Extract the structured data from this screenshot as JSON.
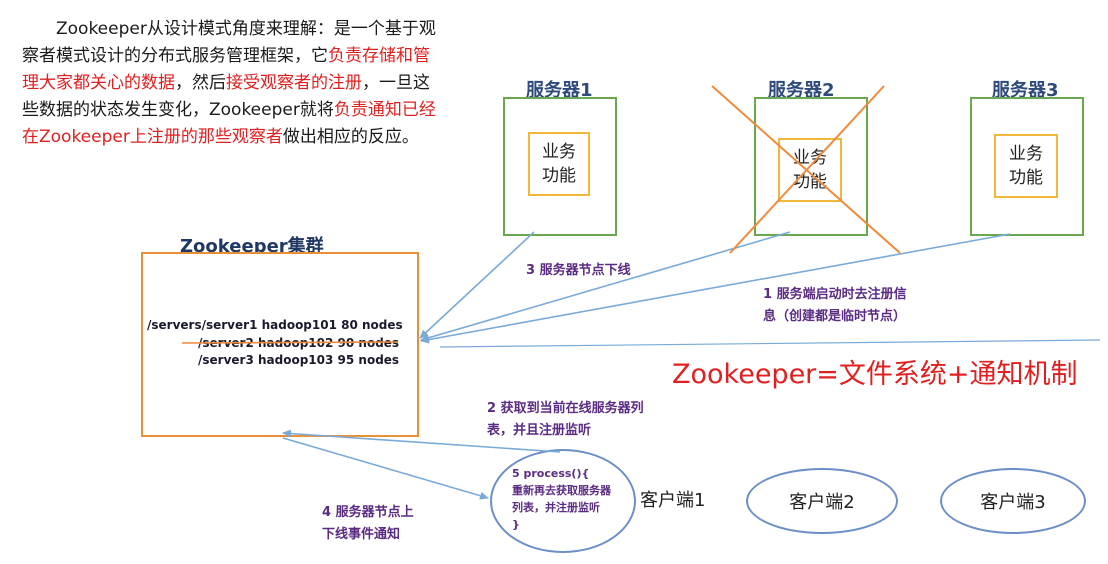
{
  "intro": {
    "p1": "Zookeeper从设计模式角度来理解：是一个基于观察者模式设计的分布式服务管理框架，它",
    "r1": "负责存储和管理大家都关心的数据",
    "p2": "，然后",
    "r2": "接受观察者的注册",
    "p3": "，一旦这些数据的状态发生变化，Zookeeper就将",
    "r3": "负责通知已经在Zookeeper上注册的那些观察者",
    "p4": "做出相应的反应。"
  },
  "servers": [
    {
      "label": "服务器1",
      "func_line1": "业务",
      "func_line2": "功能",
      "offline": false
    },
    {
      "label": "服务器2",
      "func_line1": "业务",
      "func_line2": "功能",
      "offline": true
    },
    {
      "label": "服务器3",
      "func_line1": "业务",
      "func_line2": "功能",
      "offline": false
    }
  ],
  "cluster": {
    "title": "Zookeeper集群",
    "nodes": [
      {
        "text": "/servers/server1  hadoop101  80 nodes",
        "struck": false
      },
      {
        "text": "/server2 hadoop102  90 nodes",
        "struck": true
      },
      {
        "text": "/server3 hadoop103  95 nodes",
        "struck": false
      }
    ]
  },
  "steps": {
    "s1_line1": "1  服务端启动时去注册信",
    "s1_line2": "息（创建都是临时节点）",
    "s2_line1": "2  获取到当前在线服务器列",
    "s2_line2": "表，并且注册监听",
    "s3": "3 服务器节点下线",
    "s4_line1": "4  服务器节点上",
    "s4_line2": "下线事件通知",
    "s5_line1": "5 process(){",
    "s5_line2": "重新再去获取服务器",
    "s5_line3": "列表，并注册监听",
    "s5_line4": "}"
  },
  "formula": "Zookeeper=文件系统+通知机制",
  "clients": [
    "客户端1",
    "客户端2",
    "客户端3"
  ],
  "colors": {
    "red": "#e02020",
    "server_border": "#6aa84f",
    "func_border": "#f1b63a",
    "cluster_border": "#e69138",
    "arrow": "#7aaad8",
    "cross": "#f08a3c",
    "step_text": "#5b2c83"
  }
}
